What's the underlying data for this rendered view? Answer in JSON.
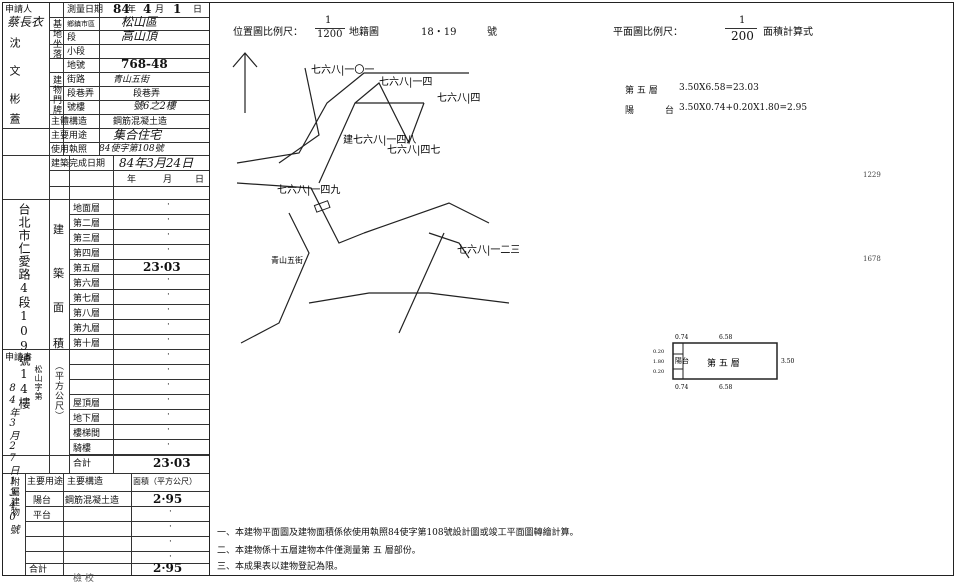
{
  "left_panel": {
    "applicant_label": "申請人",
    "applicant_name": "蔡長衣",
    "surveyor_label": "測量日期",
    "survey_year": "84",
    "survey_year_unit": "年",
    "survey_month": "4",
    "survey_month_unit": "月",
    "survey_day": "1",
    "survey_day_unit": "日",
    "location_label": "基地坐落",
    "district_label": "鄉鎮市區",
    "district_value": "松山區",
    "section_label": "段",
    "section_value": "高山頂",
    "subsection_label": "小段",
    "lot_label": "地號",
    "lot_value": "768-48",
    "address_labels": [
      "建物門牌"
    ],
    "street_label": "街路",
    "street_value": "青山五街",
    "lane_label": "段巷弄",
    "lane_value": "段巷弄",
    "number_label": "號樓",
    "number_value": "號6之2樓",
    "structure_label": "主體構造",
    "structure_value": "鋼筋混凝土造",
    "use_label": "主要用途",
    "use_value": "集合住宅",
    "permit_label": "使用執照",
    "permit_value": "84使字第108號",
    "completion_label": "建築完成日期",
    "completion_value": "84年3月24日",
    "floor_area_header": "面積（平方公尺）",
    "year_col": "年",
    "month_col": "月",
    "day_col": "日",
    "floors": [
      {
        "name": "地面層",
        "value": "·"
      },
      {
        "name": "第二層",
        "value": "·"
      },
      {
        "name": "第三層",
        "value": "·"
      },
      {
        "name": "第四層",
        "value": "·"
      },
      {
        "name": "第五層",
        "value": "23·03"
      },
      {
        "name": "第六層",
        "value": "·"
      },
      {
        "name": "第七層",
        "value": "·"
      },
      {
        "name": "第八層",
        "value": "·"
      },
      {
        "name": "第九層",
        "value": "·"
      },
      {
        "name": "第十層",
        "value": "·"
      },
      {
        "name": "",
        "value": "·"
      },
      {
        "name": "",
        "value": "·"
      },
      {
        "name": "",
        "value": "·"
      },
      {
        "name": "屋頂層",
        "value": "·"
      },
      {
        "name": "地下層",
        "value": "·"
      },
      {
        "name": "樓梯間",
        "value": "·"
      },
      {
        "name": "騎樓",
        "value": "·"
      }
    ],
    "total_label": "合計",
    "total_value": "23·03",
    "side_address": "台北市仁愛路4段109號14樓",
    "app_doc_label": "申請書",
    "app_doc_value": "松山字第",
    "app_doc_date": "84年3月27日1340號",
    "attached_label": "附屬建物",
    "attached_use_header": "主要用途",
    "attached_structure_header": "主要構造",
    "attached_area_header": "面積（平方公尺）",
    "attached": [
      {
        "use": "陽台",
        "structure": "鋼筋混凝土造",
        "area": "2·95"
      },
      {
        "use": "平台",
        "structure": "",
        "area": "·"
      },
      {
        "use": "",
        "structure": "",
        "area": "·"
      },
      {
        "use": "",
        "structure": "",
        "area": "·"
      },
      {
        "use": "",
        "structure": "",
        "area": "·"
      }
    ],
    "attached_total_label": "合計",
    "attached_total_value": "2·95",
    "vert_labels": [
      "沈",
      "文",
      "彬",
      "蓋"
    ],
    "floor_area_vertical": "（平方公尺）",
    "group_building": "建",
    "group_area": "築",
    "group_mian": "面",
    "group_ji": "積"
  },
  "header": {
    "location_scale_label": "位置圖比例尺：",
    "location_scale_num": "1",
    "location_scale_den": "1200",
    "cadastral_label": "地籍圖",
    "cadastral_value": "18・19",
    "cadastral_unit": "號",
    "plan_scale_label": "平面圖比例尺：",
    "plan_scale_num": "1",
    "plan_scale_den": "200",
    "area_calc_label": "面積計算式"
  },
  "calc": {
    "floor_line_label": "第 五 層",
    "floor_line_formula": "3.50X6.58=23.03",
    "balcony_line_label": "陽",
    "balcony_line_sub": "台",
    "balcony_line_formula": "3.50X0.74+0.20X1.80=2.95"
  },
  "map": {
    "north_arrow": "north-arrow",
    "parcels": [
      "七六八|一〇一",
      "七六八|一四",
      "七六八|四",
      "建七六八|一四八",
      "七六八|四七",
      "七六八|一四九",
      "七六八|一二三"
    ],
    "street_note": "青山五街"
  },
  "plan": {
    "floor_label": "第 五 層",
    "balcony_label": "陽台",
    "dim_top": "6.58",
    "dim_bottom": "6.58",
    "dim_left_top": "0.74",
    "dim_left_bottom": "0.74",
    "dim_right": "3.50",
    "dim_small_a": "0.20",
    "dim_small_b": "1.80",
    "dim_small_c": "0.20"
  },
  "notes": [
    "一、本建物平面圖及建物面積係依使用執照84使字第108號設計圖或竣工平面圖轉繪計算。",
    "二、本建物係十五層建物本件僅測量第 五 層部份。",
    "三、本成果表以建物登記為限。"
  ],
  "stamps": {
    "right_numbers": [
      "1229",
      "1678"
    ],
    "bottom_text": "檢 校"
  }
}
